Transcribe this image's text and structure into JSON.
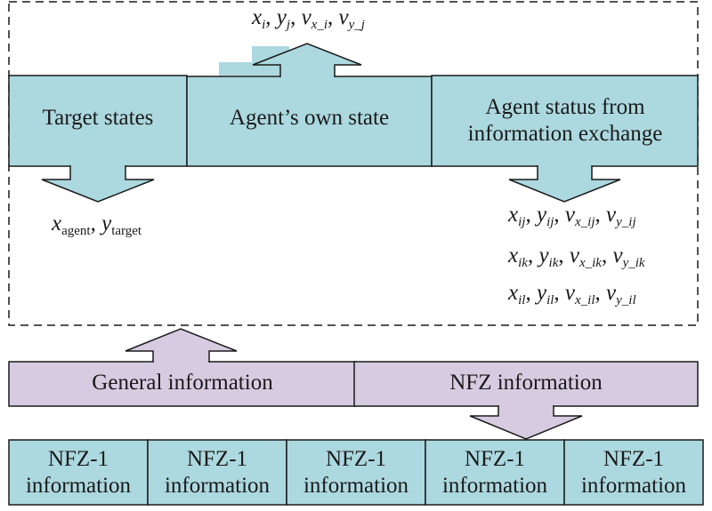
{
  "colors": {
    "state_fill": "#acd8df",
    "info_fill": "#d7cbe1",
    "stroke": "#1a1a1a",
    "dashed_border": "#1a1a1a"
  },
  "top_boxes": [
    {
      "label": "Target states"
    },
    {
      "label": "Agent’s own state"
    },
    {
      "label": "Agent status from information exchange"
    }
  ],
  "own_state_vars": [
    {
      "base": "x",
      "sub": "i"
    },
    {
      "base": "y",
      "sub": "j"
    },
    {
      "base": "v",
      "sub": "x_i"
    },
    {
      "base": "v",
      "sub": "y_j"
    }
  ],
  "target_vars": [
    {
      "base": "x",
      "sub": "agent"
    },
    {
      "base": "y",
      "sub": "target"
    }
  ],
  "exchange_vars": [
    [
      {
        "base": "x",
        "sub": "ij"
      },
      {
        "base": "y",
        "sub": "ij"
      },
      {
        "base": "v",
        "sub": "x_ij"
      },
      {
        "base": "v",
        "sub": "y_ij"
      }
    ],
    [
      {
        "base": "x",
        "sub": "ik"
      },
      {
        "base": "y",
        "sub": "ik"
      },
      {
        "base": "v",
        "sub": "x_ik"
      },
      {
        "base": "v",
        "sub": "y_ik"
      }
    ],
    [
      {
        "base": "x",
        "sub": "il"
      },
      {
        "base": "y",
        "sub": "il"
      },
      {
        "base": "v",
        "sub": "x_il"
      },
      {
        "base": "v",
        "sub": "y_il"
      }
    ]
  ],
  "info_boxes": [
    {
      "label": "General information"
    },
    {
      "label": "NFZ information"
    }
  ],
  "nfz_boxes": [
    {
      "line1": "NFZ-1",
      "line2": "information"
    },
    {
      "line1": "NFZ-1",
      "line2": "information"
    },
    {
      "line1": "NFZ-1",
      "line2": "information"
    },
    {
      "line1": "NFZ-1",
      "line2": "information"
    },
    {
      "line1": "NFZ-1",
      "line2": "information"
    }
  ]
}
